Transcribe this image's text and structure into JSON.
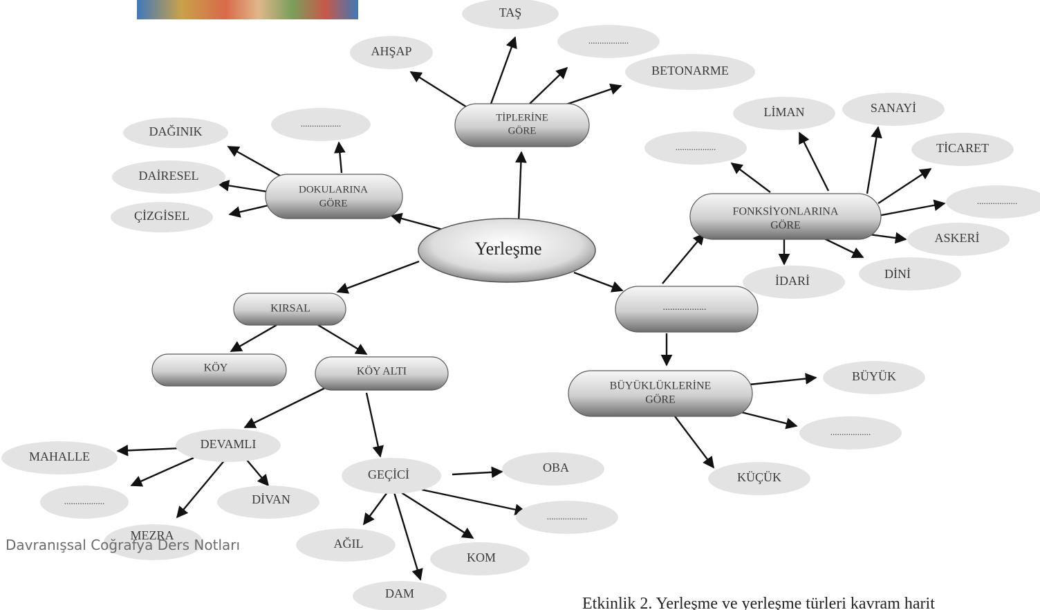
{
  "diagram": {
    "center": "Yerleşme",
    "tipler": {
      "label1": "TİPLERİNE",
      "label2": "GÖRE",
      "items": [
        "AHŞAP",
        "TAŞ",
        "..................",
        "BETONARME"
      ]
    },
    "dokular": {
      "label1": "DOKULARINA",
      "label2": "GÖRE",
      "items": [
        "DAĞINIK",
        "..................",
        "DAİRESEL",
        "ÇİZGİSEL"
      ]
    },
    "kirsal": "KIRSAL",
    "koy": "KÖY",
    "koy_alti": "KÖY ALTI",
    "devamli": {
      "label": "DEVAMLI",
      "items": [
        "MAHALLE",
        "..................",
        "MEZRA",
        "DİVAN"
      ]
    },
    "gecici": {
      "label": "GEÇİCİ",
      "items": [
        "OBA",
        "..................",
        "KOM",
        "DAM",
        "AĞIL"
      ]
    },
    "kentsel_blank": "..................",
    "fonksiyon": {
      "label1": "FONKSİYONLARINA",
      "label2": "GÖRE",
      "items": [
        "..................",
        "LİMAN",
        "SANAYİ",
        "TİCARET",
        "..................",
        "ASKERİ",
        "DİNİ",
        "İDARİ"
      ]
    },
    "buyukluk": {
      "label1": "BÜYÜKLÜKLERİNE",
      "label2": "GÖRE",
      "items": [
        "BÜYÜK",
        "..................",
        "KÜÇÜK"
      ]
    }
  },
  "footer_note": "Davranışsal Coğrafya Ders Notları",
  "caption": "Etkinlik 2. Yerleşme ve yerleşme türleri kavram harit"
}
